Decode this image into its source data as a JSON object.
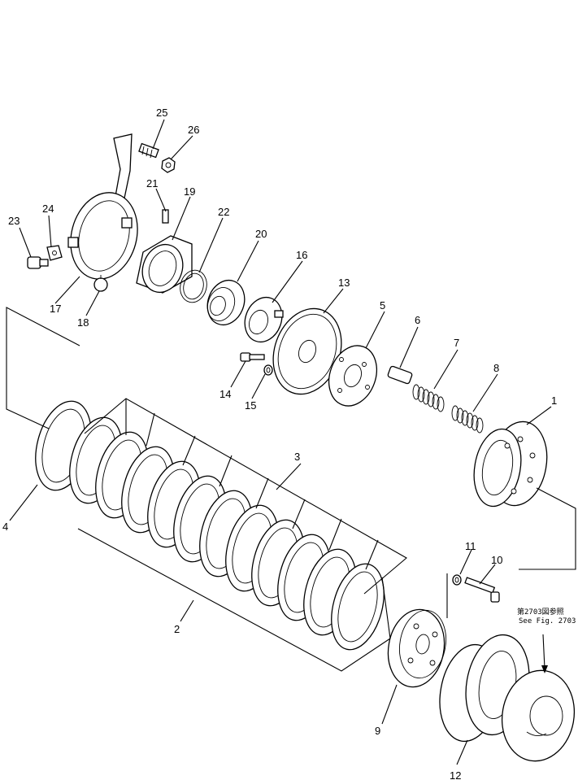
{
  "callouts": [
    {
      "id": "c1",
      "label": "1"
    },
    {
      "id": "c2",
      "label": "2"
    },
    {
      "id": "c3",
      "label": "3"
    },
    {
      "id": "c4",
      "label": "4"
    },
    {
      "id": "c5",
      "label": "5"
    },
    {
      "id": "c6",
      "label": "6"
    },
    {
      "id": "c7",
      "label": "7"
    },
    {
      "id": "c8",
      "label": "8"
    },
    {
      "id": "c9",
      "label": "9"
    },
    {
      "id": "c10",
      "label": "10"
    },
    {
      "id": "c11",
      "label": "11"
    },
    {
      "id": "c12",
      "label": "12"
    },
    {
      "id": "c13",
      "label": "13"
    },
    {
      "id": "c14",
      "label": "14"
    },
    {
      "id": "c15",
      "label": "15"
    },
    {
      "id": "c16",
      "label": "16"
    },
    {
      "id": "c17",
      "label": "17"
    },
    {
      "id": "c18",
      "label": "18"
    },
    {
      "id": "c19",
      "label": "19"
    },
    {
      "id": "c20",
      "label": "20"
    },
    {
      "id": "c21",
      "label": "21"
    },
    {
      "id": "c22",
      "label": "22"
    },
    {
      "id": "c23",
      "label": "23"
    },
    {
      "id": "c24",
      "label": "24"
    },
    {
      "id": "c25",
      "label": "25"
    },
    {
      "id": "c26",
      "label": "26"
    }
  ],
  "reference_note": {
    "line1": "第2703図参照",
    "line2": "See Fig. 2703"
  }
}
